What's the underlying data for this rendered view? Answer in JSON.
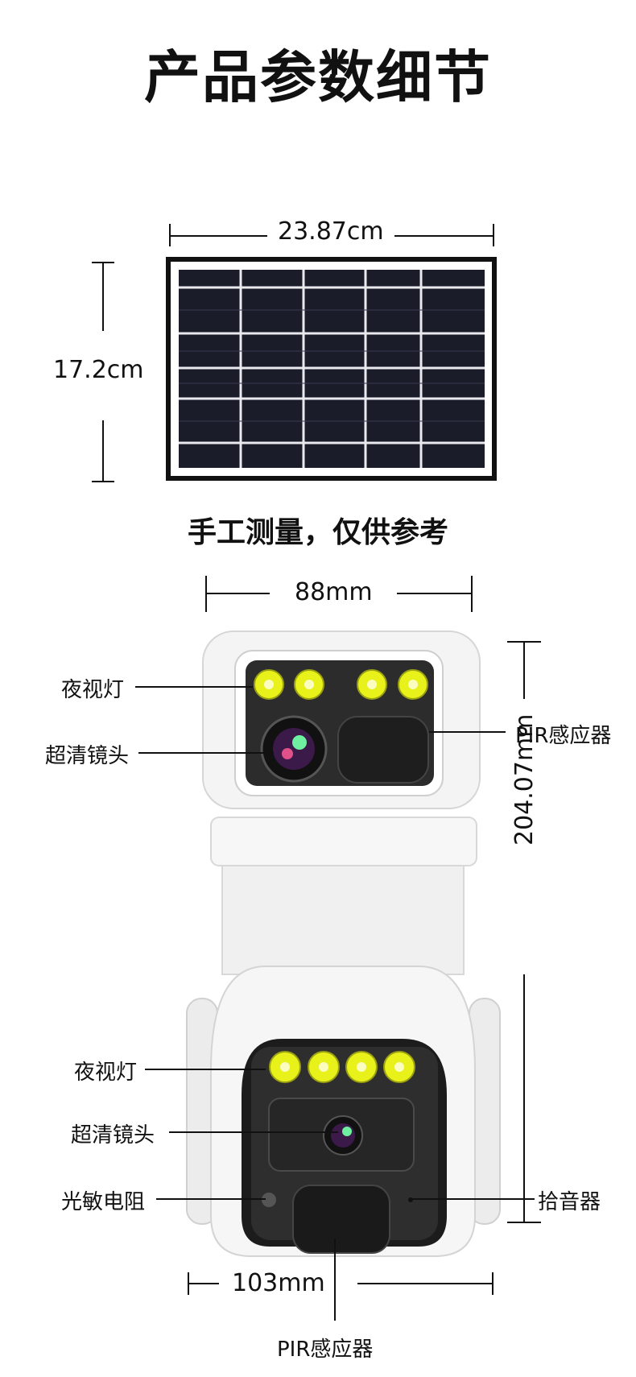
{
  "title": "产品参数细节",
  "solar_panel": {
    "width_label": "23.87cm",
    "height_label": "17.2cm",
    "note": "手工测量，仅供参考"
  },
  "camera": {
    "top_width_label": "88mm",
    "height_label": "204.07mm",
    "bottom_width_label": "103mm",
    "upper_labels": {
      "night_light": "夜视灯",
      "hd_lens": "超清镜头",
      "pir_sensor": "PIR感应器"
    },
    "lower_labels": {
      "night_light": "夜视灯",
      "hd_lens": "超清镜头",
      "photoresistor": "光敏电阻",
      "microphone": "拾音器",
      "pir_sensor": "PIR感应器"
    }
  },
  "colors": {
    "led_yellow": "#e8f21a",
    "panel_cell": "#1b1c2a",
    "camera_white": "#f2f2f2",
    "camera_dark": "#2a2a2a"
  }
}
